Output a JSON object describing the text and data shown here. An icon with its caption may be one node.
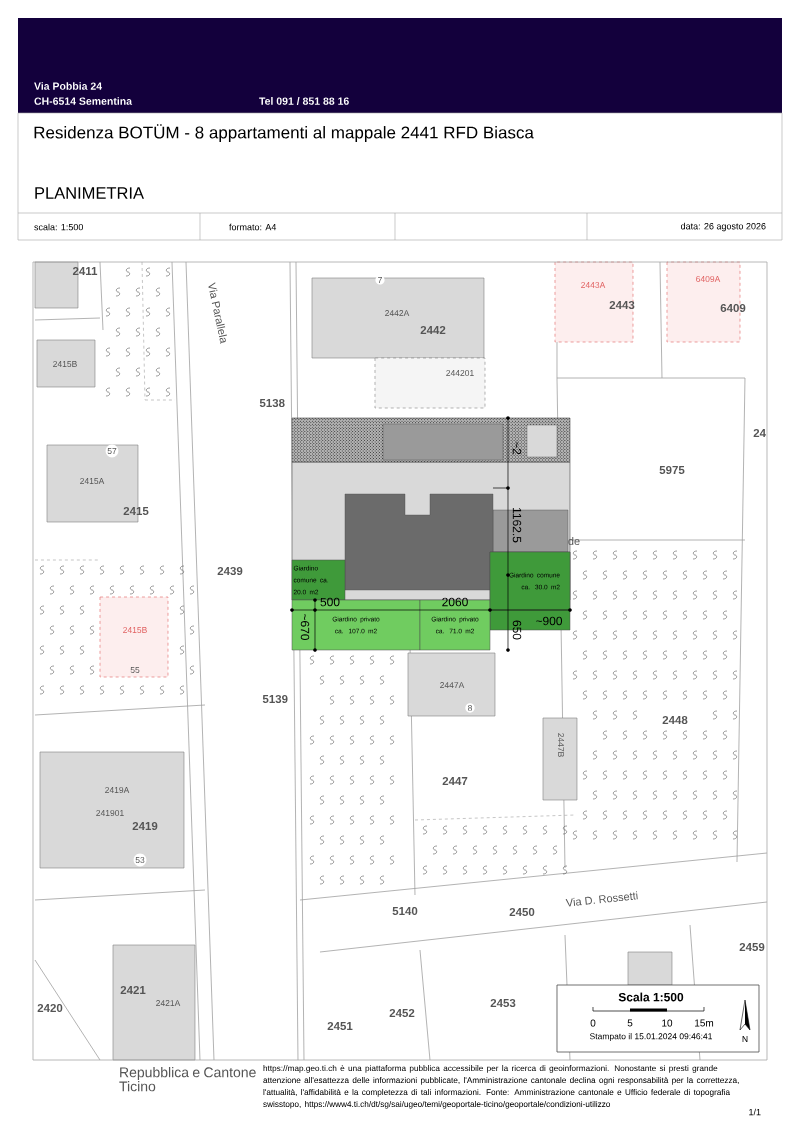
{
  "diagram": {
    "title": "Residenza BOTÜM - 8 appartamenti al mappale 2441 RFD Biasca",
    "nodes": [
      {
        "text": [
          "Giardino comune ca. 20.0 m2"
        ]
      },
      {
        "text": [
          "Giardino privato ca. 107.0 m2"
        ]
      },
      {
        "text": [
          "Giardino privato ca. 71.0 m2"
        ]
      },
      {
        "text": [
          "Giardino comune ca. 30.0 m2"
        ]
      }
    ],
    "labels": [
      "Via Pobbia 24",
      "CH-6514 Sementina",
      "Tel 091 / 851 88 16",
      "PLANIMETRIA",
      "scala: 1:500",
      "formato: A4",
      "data: 26 agosto 2026",
      "2411",
      "Via Parallela",
      "2415B",
      "7",
      "2442A",
      "2442",
      "244201",
      "2443A",
      "2443",
      "6409A",
      "6409",
      "5138",
      "57",
      "2415A",
      "2415",
      "24",
      "5975",
      "de",
      "2439",
      "2415B",
      "55",
      "5139",
      "2447A",
      "8",
      "2448",
      "2447B",
      "2419A",
      "241901",
      "2419",
      "53",
      "2447",
      "5140",
      "2450",
      "Via D. Rossetti",
      "2459",
      "2421",
      "2421A",
      "2420",
      "2452",
      "2453",
      "2451",
      "~2",
      "1162.5",
      "500",
      "2060",
      "650",
      "~670",
      "~900",
      "Scala 1:500",
      "0",
      "5",
      "10",
      "15m",
      "Stampato il 15.01.2024 09:46:41",
      "N",
      "Repubblica e Cantone Ticino",
      "https://map.geo.ti.ch è una piattaforma pubblica accessibile per la ricerca di geoinformazioni. Nonostante si presti grande attenzione all'esattezza delle informazioni pubblicate, l'Amministrazione cantonale declina ogni responsabilità per la correttezza, l'attualità, l'affidabilità e la completezza di tali informazioni. Fonte: Amministrazione cantonale e Ufficio federale di topografia swisstopo, https://www4.ti.ch/dt/sg/sai/ugeo/temi/geoportale-ticino/geoportale/condizioni-utilizzo",
      "1/1"
    ]
  }
}
